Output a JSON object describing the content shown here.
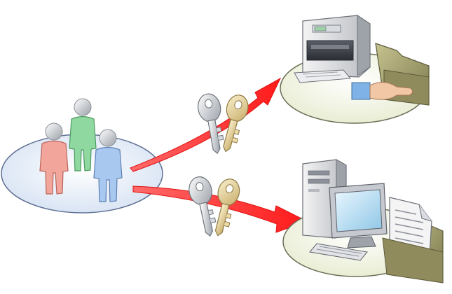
{
  "diagram": {
    "nodes": [
      {
        "id": "user-group",
        "icon": "user-group-icon"
      },
      {
        "id": "printer-resource",
        "icon": "printer-icon"
      },
      {
        "id": "computer-resource",
        "icon": "computer-icon"
      }
    ],
    "edges": [
      {
        "from": "user-group",
        "to": "printer-resource",
        "via": "key-pair-icon"
      },
      {
        "from": "user-group",
        "to": "computer-resource",
        "via": "key-pair-icon"
      }
    ],
    "colors": {
      "arrow": "#ff2a2a",
      "platform_fill": "#eef2da",
      "user_platform_fill": "#dfe8f5",
      "person_green": "#8fd9a0",
      "person_pink": "#f2a59a",
      "person_blue": "#a9c8f0",
      "key_silver": "#c9ccd0",
      "key_gold": "#e6d29a",
      "folder": "#a6a06c"
    }
  }
}
